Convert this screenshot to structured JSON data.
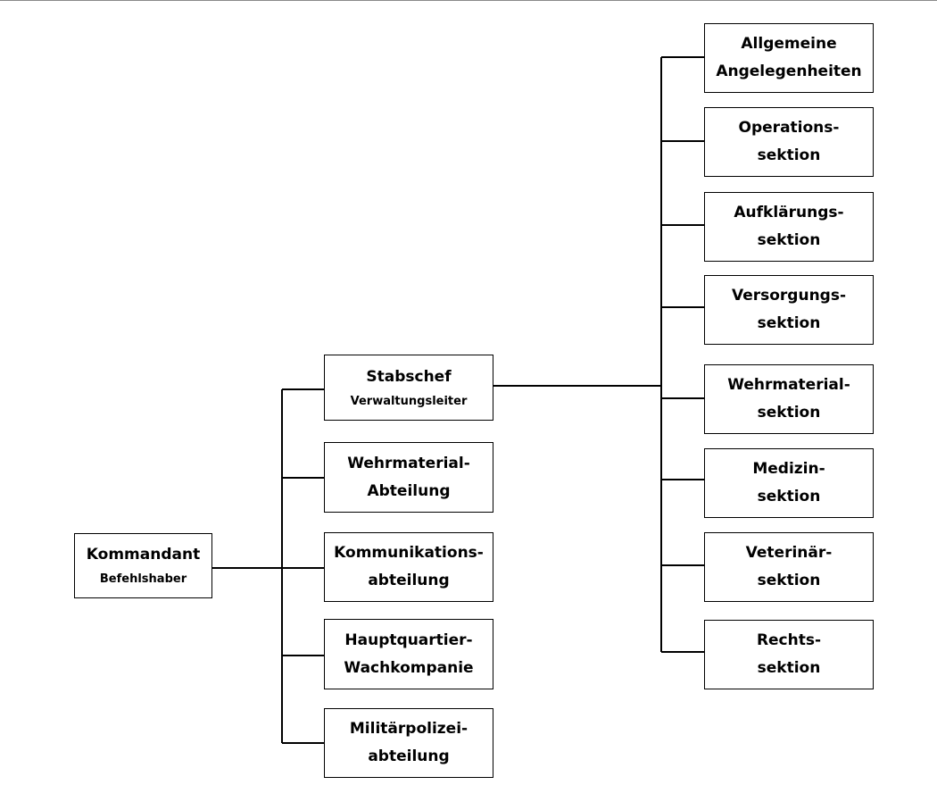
{
  "root": {
    "line1": "Kommandant",
    "line2": "Befehlshaber"
  },
  "level1": [
    {
      "line1": "Stabschef",
      "line2": "Verwaltungsleiter"
    },
    {
      "line1": "Wehrmaterial-",
      "line2": "Abteilung"
    },
    {
      "line1": "Kommunikations-",
      "line2": "abteilung"
    },
    {
      "line1": "Hauptquartier-",
      "line2": "Wachkompanie"
    },
    {
      "line1": "Militärpolizei-",
      "line2": "abteilung"
    }
  ],
  "level2": [
    {
      "line1": "Allgemeine",
      "line2": "Angelegenheiten"
    },
    {
      "line1": "Operations-",
      "line2": "sektion"
    },
    {
      "line1": "Aufklärungs-",
      "line2": "sektion"
    },
    {
      "line1": "Versorgungs-",
      "line2": "sektion"
    },
    {
      "line1": "Wehrmaterial-",
      "line2": "sektion"
    },
    {
      "line1": "Medizin-",
      "line2": "sektion"
    },
    {
      "line1": "Veterinär-",
      "line2": "sektion"
    },
    {
      "line1": "Rechts-",
      "line2": "sektion"
    }
  ],
  "colors": {
    "line": "#000000",
    "box_border": "#000000",
    "background": "#ffffff"
  }
}
